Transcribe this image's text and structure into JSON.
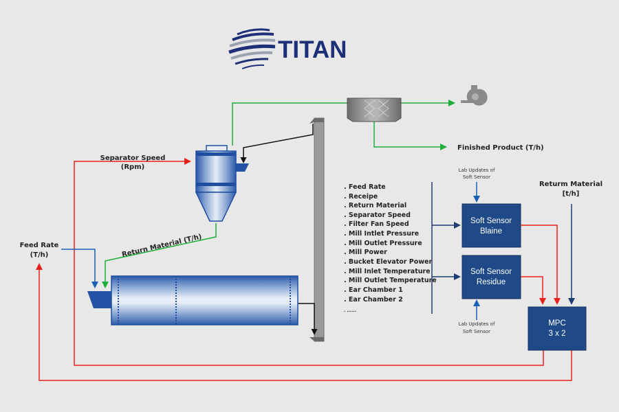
{
  "brand": {
    "name": "TITAN",
    "color": "#1d2f78"
  },
  "colors": {
    "red": "#e8201e",
    "green": "#1fae3a",
    "blue": "#1a5fb4",
    "navy": "#1f3d73",
    "black": "#111111"
  },
  "labels": {
    "separator_speed": "Separator Speed",
    "separator_speed_unit": "(Rpm)",
    "feed_rate": "Feed Rate",
    "feed_rate_unit": "(T/h)",
    "return_material": "Return Material (T/h)",
    "finished_product": "Finished Product (T/h)",
    "return_material_right": "Returm Material",
    "return_material_right_unit": "[t/h]",
    "lab_updates_top_1": "Lab Updates of",
    "lab_updates_top_2": "Soft Sensor",
    "lab_updates_bottom_1": "Lab Updates of",
    "lab_updates_bottom_2": "Soft Sensor"
  },
  "inputs_list": [
    ". Feed Rate",
    ". Receipe",
    ". Return Material",
    ". Separator Speed",
    ". Filter Fan Speed",
    ". Mill Intlet Pressure",
    ". Mill Outlet Pressure",
    ". Mill Power",
    ". Bucket Elevator Power",
    ". Mill Inlet Temperature",
    ". Mill Outlet Temperature",
    ". Ear Chamber 1",
    ". Ear Chamber 2",
    ". ......"
  ],
  "blocks": {
    "soft_sensor_blaine": {
      "line1": "Soft Sensor",
      "line2": "Blaine"
    },
    "soft_sensor_residue": {
      "line1": "Soft Sensor",
      "line2": "Residue"
    },
    "mpc": {
      "line1": "MPC",
      "line2": "3 x 2"
    }
  }
}
